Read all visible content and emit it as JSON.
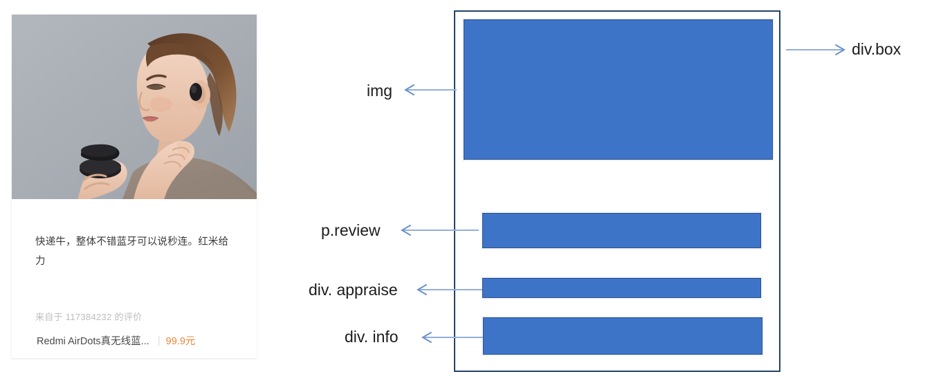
{
  "card": {
    "photo_alt": "woman-wearing-earbud-photo",
    "review": "快递牛，整体不错蓝牙可以说秒连。红米给力",
    "appraise": "来自于 117384232 的评价",
    "product_title": "Redmi AirDots真无线蓝...",
    "divider": "|",
    "price": "99.9元"
  },
  "diagram": {
    "annotations": [
      {
        "label": "img",
        "target": "image-rect"
      },
      {
        "label": "p.review",
        "target": "review-rect"
      },
      {
        "label": "div. appraise",
        "target": "appraise-rect"
      },
      {
        "label": "div. info",
        "target": "info-rect"
      },
      {
        "label": "div.box",
        "target": "outer-box"
      }
    ]
  },
  "colors": {
    "rect_fill": "#3e74c8",
    "rect_border": "#2a4f86",
    "outer_border": "#23416b",
    "arrow": "#93aedb",
    "price": "#f08437",
    "appraise_text": "#bdbdbd",
    "review_text": "#3a3a3a"
  }
}
